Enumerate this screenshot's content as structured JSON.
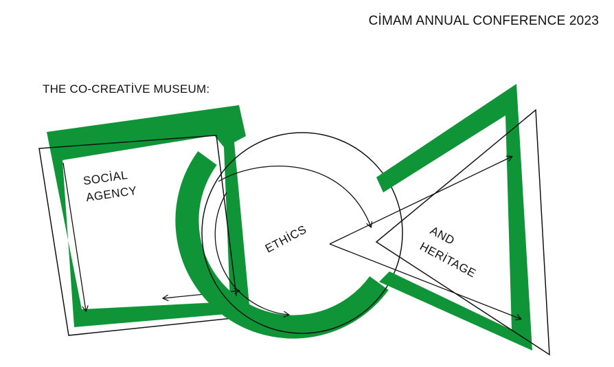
{
  "header": {
    "title": "CİMAM ANNUAL CONFERENCE 2023"
  },
  "poster": {
    "subtitle": "THE CO-CREATİVE MUSEUM:",
    "shapes": {
      "square_label_line1": "SOCİAL",
      "square_label_line2": "AGENCY",
      "circle_label": "ETHİCS",
      "triangle_label_line1": "AND",
      "triangle_label_line2": "HERİTAGE"
    }
  },
  "colors": {
    "accent_green": "#0f9438",
    "line_black": "#111111",
    "background": "#ffffff"
  }
}
